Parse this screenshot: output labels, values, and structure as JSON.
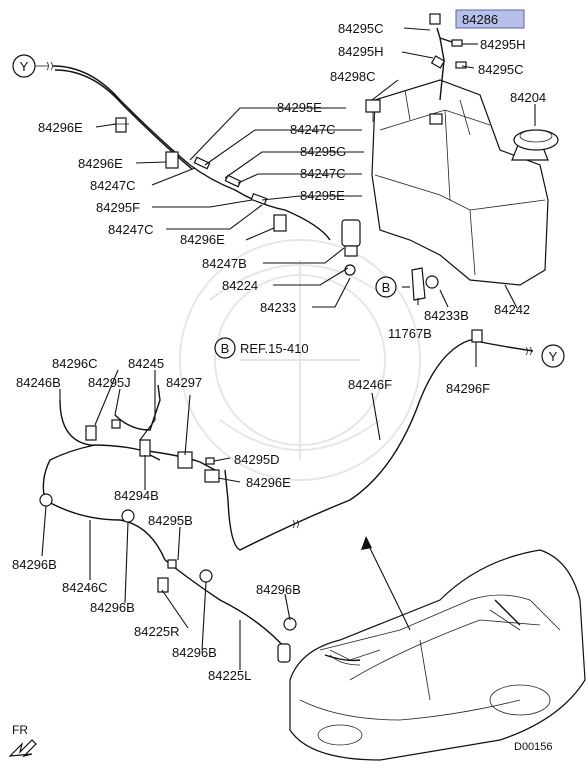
{
  "highlight_color": "#b8bfe8",
  "callouts": {
    "c84295c_a": "84295C",
    "c84286": "84286",
    "c84295h_a": "84295H",
    "c84295h_b": "84295H",
    "c84298c": "84298C",
    "c84295c_b": "84295C",
    "c84204": "84204",
    "c84295e_a": "84295E",
    "c84296e_a": "84296E",
    "c84247c_a": "84247C",
    "c84296e_b": "84296E",
    "c84295g": "84295G",
    "c84247c_b": "84247C",
    "c84247c_c": "84247C",
    "c84295f": "84295F",
    "c84295e_b": "84295E",
    "c84247c_d": "84247C",
    "c84296e_c": "84296E",
    "c84247b": "84247B",
    "c84224": "84224",
    "c84233": "84233",
    "c84233b": "84233B",
    "c84242": "84242",
    "c11767b": "11767B",
    "ref": "REF.15-410",
    "c84296c": "84296C",
    "c84245": "84245",
    "c84246b": "84246B",
    "c84295j": "84295J",
    "c84297": "84297",
    "c84246f": "84246F",
    "c84296f": "84296F",
    "c84295d": "84295D",
    "c84294b": "84294B",
    "c84296e_d": "84296E",
    "c84295b": "84295B",
    "c84296b_a": "84296B",
    "c84246c": "84246C",
    "c84296b_b": "84296B",
    "c84296b_c": "84296B",
    "c84225r": "84225R",
    "c84296b_d": "84296B",
    "c84225l": "84225L",
    "fr": "FR",
    "code": "D00156"
  },
  "connectors": {
    "y_left": "Y",
    "y_right": "Y",
    "b_tank": "B",
    "b_ref": "B"
  }
}
